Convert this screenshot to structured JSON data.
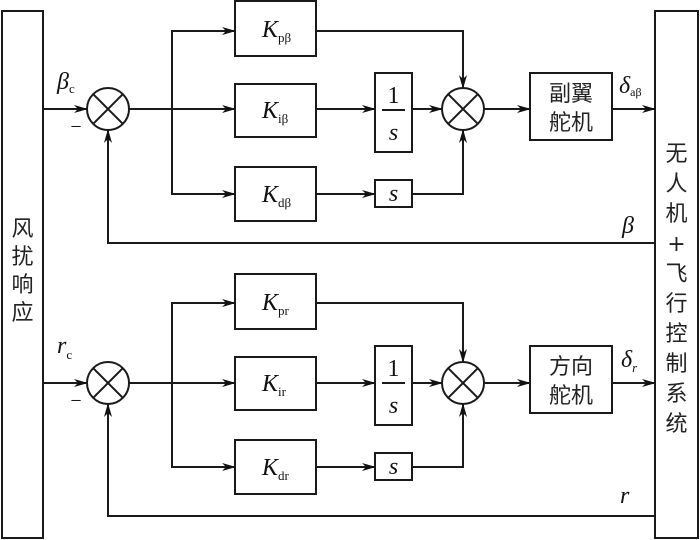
{
  "diagram": {
    "title": "Lateral PID control loop block diagram",
    "left_block": {
      "label_chars": [
        "风",
        "扰",
        "响",
        "应"
      ]
    },
    "right_block": {
      "label_chars": [
        "无",
        "人",
        "机",
        "+",
        "飞",
        "行",
        "控",
        "制",
        "系",
        "统"
      ]
    },
    "loops": [
      {
        "id": "beta",
        "reference": {
          "symbol": "β",
          "subscript": "c"
        },
        "minus_sign": "−",
        "gains": [
          {
            "symbol": "K",
            "subscript": "pβ",
            "role": "proportional"
          },
          {
            "symbol": "K",
            "subscript": "iβ",
            "role": "integral"
          },
          {
            "symbol": "K",
            "subscript": "dβ",
            "role": "derivative"
          }
        ],
        "integrator": {
          "numerator": "1",
          "denominator": "s"
        },
        "differentiator": {
          "label": "s"
        },
        "actuator": {
          "line1": "副翼",
          "line2": "舵机"
        },
        "output": {
          "symbol": "δ",
          "subscript": "aβ"
        },
        "feedback": {
          "symbol": "β"
        }
      },
      {
        "id": "r",
        "reference": {
          "symbol": "r",
          "subscript": "c"
        },
        "minus_sign": "−",
        "gains": [
          {
            "symbol": "K",
            "subscript": "pr",
            "role": "proportional"
          },
          {
            "symbol": "K",
            "subscript": "ir",
            "role": "integral"
          },
          {
            "symbol": "K",
            "subscript": "dr",
            "role": "derivative"
          }
        ],
        "integrator": {
          "numerator": "1",
          "denominator": "s"
        },
        "differentiator": {
          "label": "s"
        },
        "actuator": {
          "line1": "方向",
          "line2": "舵机"
        },
        "output": {
          "symbol": "δ",
          "subscript": "r"
        },
        "feedback": {
          "symbol": "r"
        }
      }
    ]
  }
}
